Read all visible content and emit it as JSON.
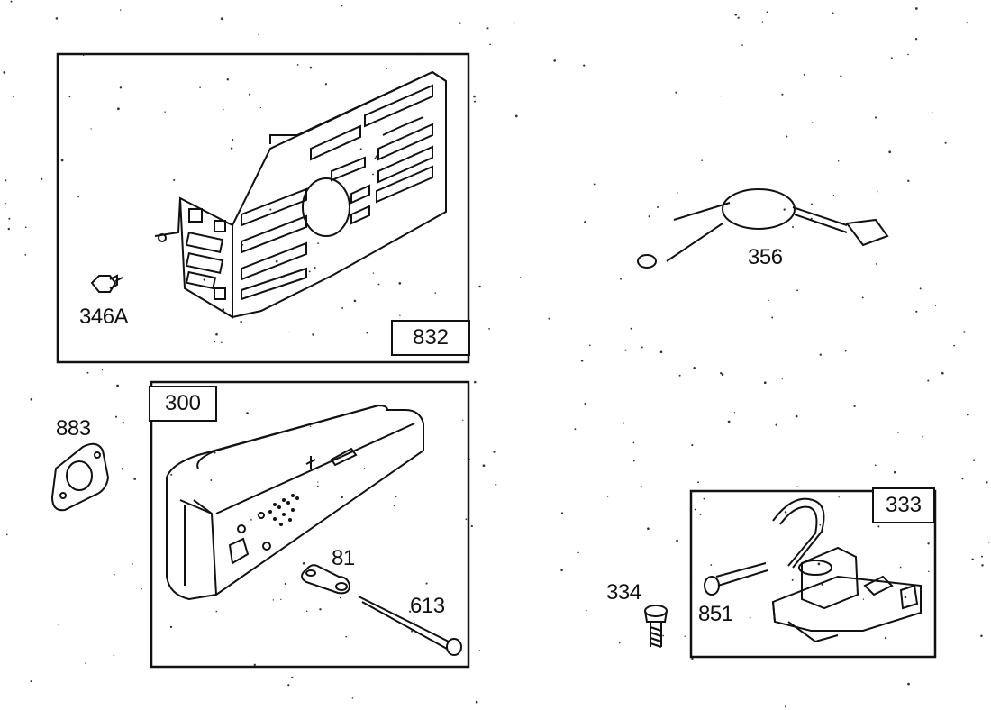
{
  "labels": {
    "screw_346a": "346A",
    "shield_832": "832",
    "wire_356": "356",
    "muffler_300": "300",
    "gasket_883": "883",
    "lock_81": "81",
    "bolt_613": "613",
    "screw_334": "334",
    "armature_333": "333",
    "wire_851": "851"
  },
  "colors": {
    "line": "#111111",
    "paper": "#ffffff",
    "speckle": "#333333"
  }
}
